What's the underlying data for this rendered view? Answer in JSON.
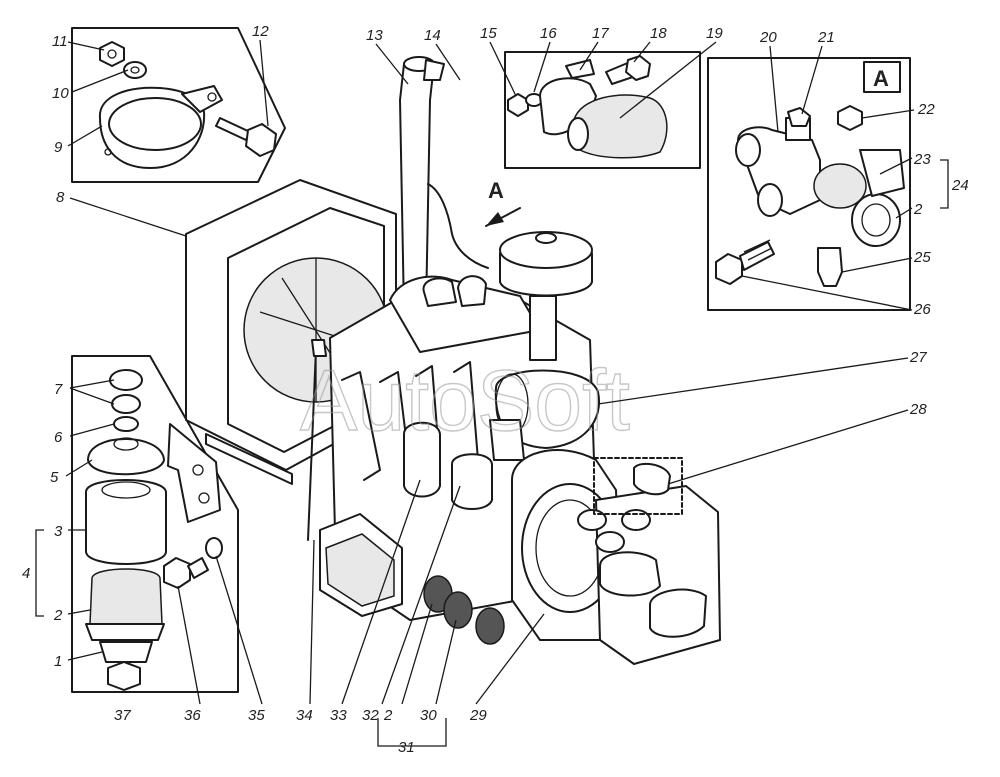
{
  "diagram": {
    "watermark": "AutoSoft",
    "view_letter": "A",
    "arrow_letter": "A",
    "labels": {
      "l1": "1",
      "l2a": "2",
      "l3": "3",
      "l4": "4",
      "l5": "5",
      "l6": "6",
      "l7": "7",
      "l8": "8",
      "l9": "9",
      "l10": "10",
      "l11": "11",
      "l12": "12",
      "l13": "13",
      "l14": "14",
      "l15": "15",
      "l16": "16",
      "l17": "17",
      "l18": "18",
      "l19": "19",
      "l20": "20",
      "l21": "21",
      "l22": "22",
      "l23": "23",
      "l24": "24",
      "l2b": "2",
      "l25": "25",
      "l26": "26",
      "l27": "27",
      "l28": "28",
      "l29": "29",
      "l30": "30",
      "l31": "31",
      "l2c": "2",
      "l32": "32",
      "l33": "33",
      "l34": "34",
      "l35": "35",
      "l36": "36",
      "l37": "37"
    }
  }
}
